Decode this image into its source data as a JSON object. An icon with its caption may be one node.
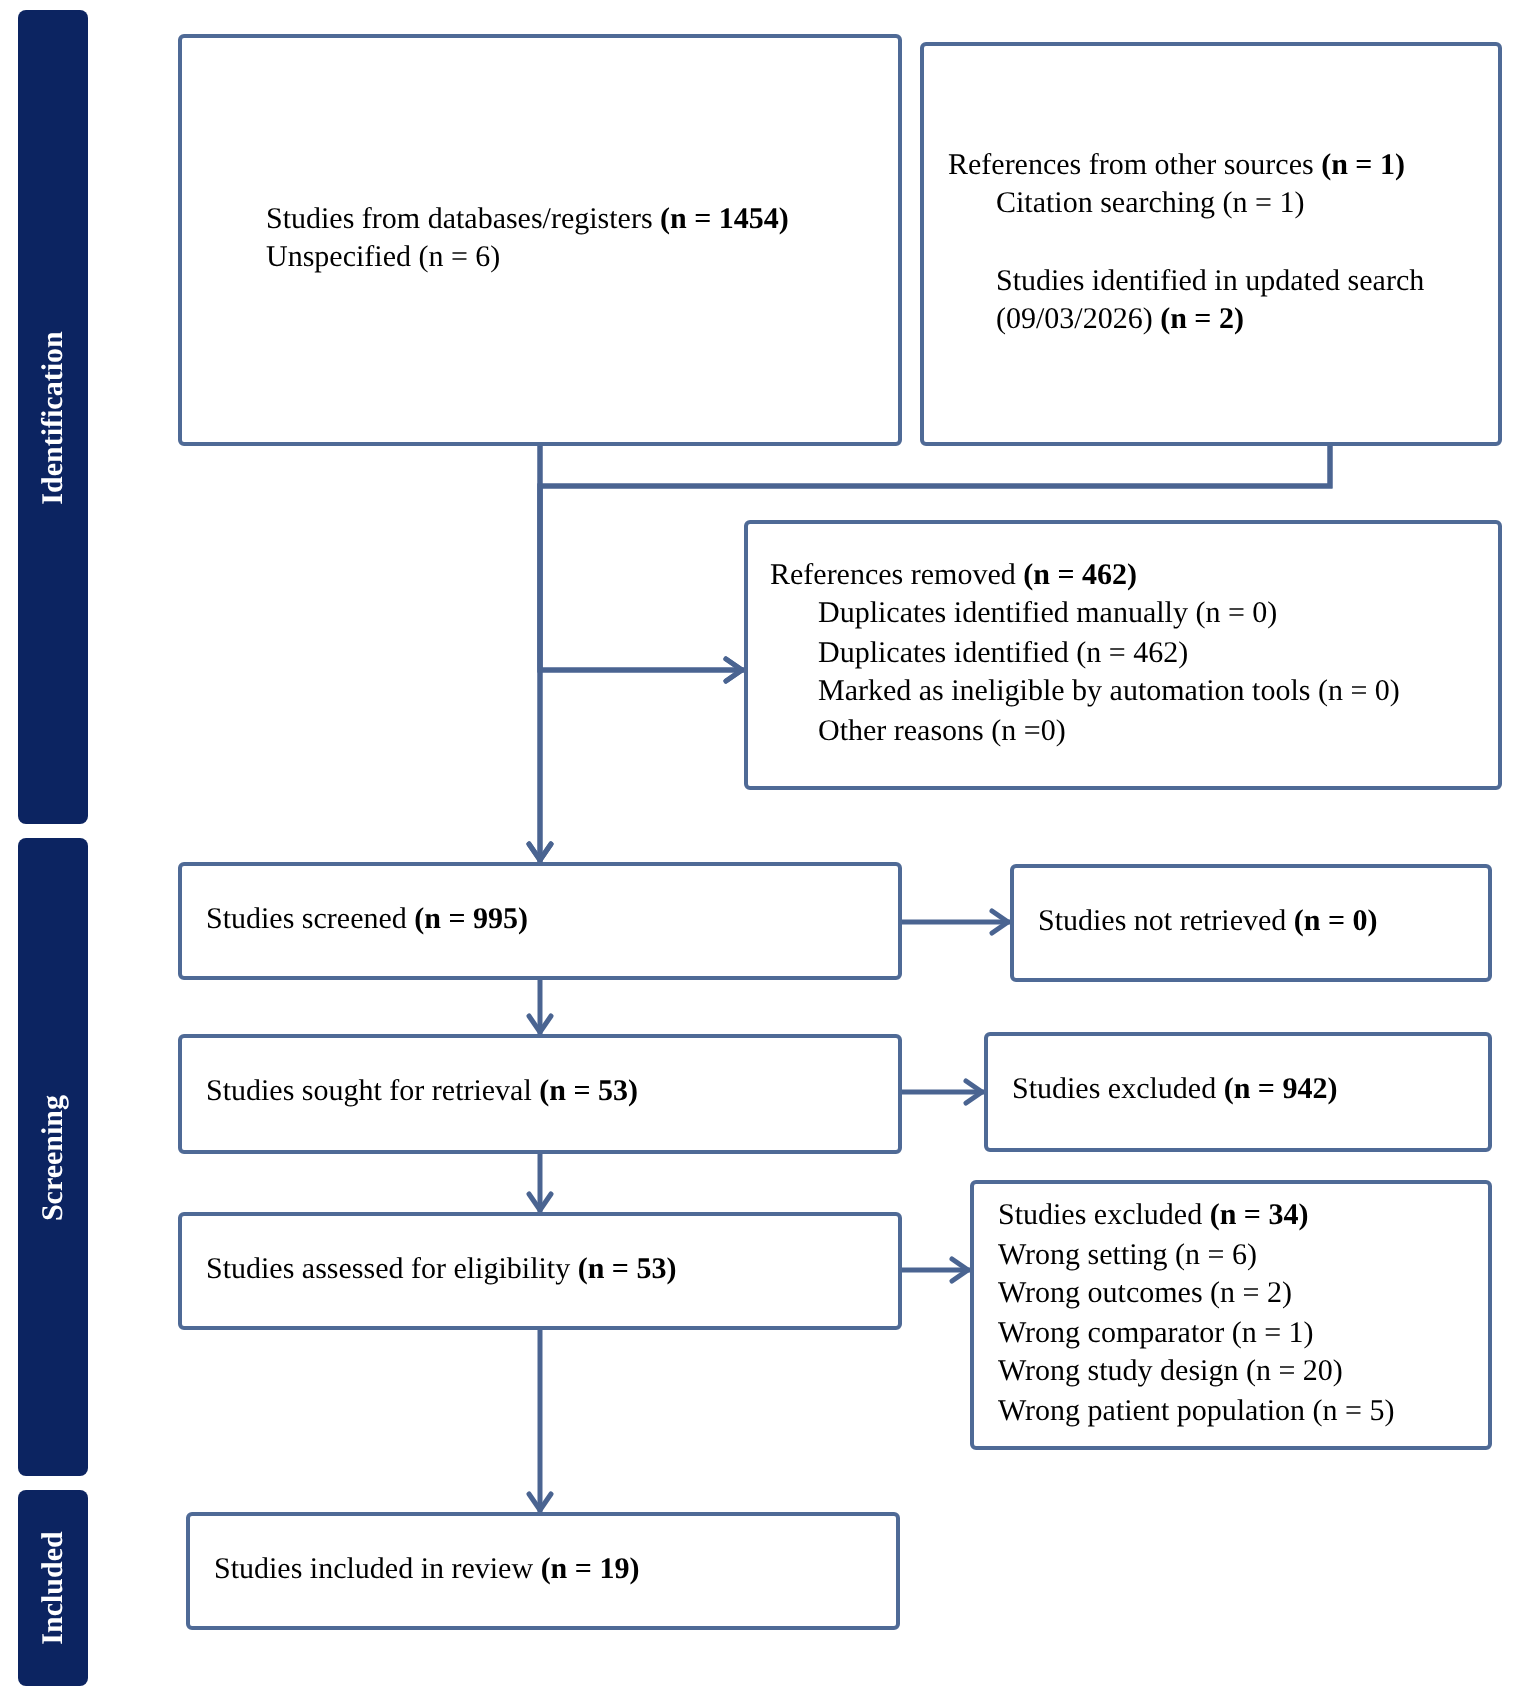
{
  "diagram": {
    "nodes": [
      {
        "text": [
          "Identification"
        ]
      },
      {
        "text": [
          "Screening"
        ]
      },
      {
        "text": [
          "Included"
        ]
      },
      {
        "text": [
          "Studies from databases/registers **(n = 1454)**",
          "Unspecified (n = 6)"
        ]
      },
      {
        "text": [
          "References from other sources **(n = 1)**",
          "Citation searching (n = 1)",
          "Studies identified in updated search (09/03/2026) **(n = 2)**"
        ]
      },
      {
        "text": [
          "References removed **(n = 462)**",
          "Duplicates identified manually (n = 0)",
          "Duplicates identified (n = 462)",
          "Marked as ineligible by automation tools (n = 0)",
          "Other reasons (n =0)"
        ]
      },
      {
        "text": [
          "Studies screened **(n = 995)**"
        ]
      },
      {
        "text": [
          "Studies not retrieved **(n = 0)**"
        ]
      },
      {
        "text": [
          "Studies sought for retrieval **(n = 53)**"
        ]
      },
      {
        "text": [
          "Studies excluded **(n = 942)**"
        ]
      },
      {
        "text": [
          "Studies assessed for eligibility **(n = 53)**"
        ]
      },
      {
        "text": [
          "Studies excluded **(n = 34)**",
          "Wrong setting (n = 6)",
          "Wrong outcomes (n = 2)",
          "Wrong comparator (n = 1)",
          "Wrong study design (n = 20)",
          "Wrong patient population (n = 5)"
        ]
      },
      {
        "text": [
          "Studies included in review **(n = 19)**"
        ]
      }
    ],
    "edges": [
      {
        "from": 3,
        "to": 6,
        "arrow": "to"
      },
      {
        "from": 4,
        "to": 6,
        "arrow": "to"
      },
      {
        "from": 3,
        "to": 5,
        "arrow": "to"
      },
      {
        "from": 4,
        "to": 5,
        "arrow": "to"
      },
      {
        "from": 6,
        "to": 7,
        "arrow": "to"
      },
      {
        "from": 6,
        "to": 8,
        "arrow": "to"
      },
      {
        "from": 8,
        "to": 9,
        "arrow": "to"
      },
      {
        "from": 8,
        "to": 10,
        "arrow": "to"
      },
      {
        "from": 10,
        "to": 11,
        "arrow": "to"
      },
      {
        "from": 10,
        "to": 12,
        "arrow": "to"
      }
    ]
  }
}
